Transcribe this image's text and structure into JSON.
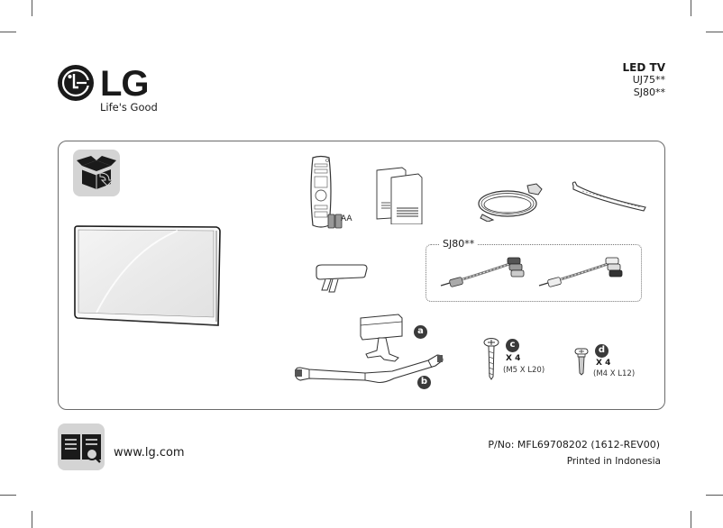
{
  "brand": {
    "logo_text": "LG",
    "tagline": "Life's Good"
  },
  "product": {
    "title": "LED TV",
    "models": [
      "UJ75**",
      "SJ80**"
    ]
  },
  "accessories": {
    "battery_label": "AA",
    "sj80_group_label": "SJ80**",
    "items": [
      {
        "name": "tv-panel"
      },
      {
        "name": "magic-remote",
        "note": "AA"
      },
      {
        "name": "owners-manual"
      },
      {
        "name": "power-cord"
      },
      {
        "name": "cable-tie"
      },
      {
        "name": "cable-holder"
      },
      {
        "name": "av-gender-cable-1"
      },
      {
        "name": "av-gender-cable-2"
      },
      {
        "name": "stand-body",
        "badge": "a"
      },
      {
        "name": "stand-base",
        "badge": "b"
      },
      {
        "name": "stand-screw",
        "badge": "c",
        "qty": "X 4",
        "spec": "(M5 X L20)"
      },
      {
        "name": "wall-screw",
        "badge": "d",
        "qty": "X 4",
        "spec": "(M4 X L12)"
      }
    ]
  },
  "footer": {
    "url": "www.lg.com",
    "part_number": "P/No: MFL69708202 (1612-REV00)",
    "printed": "Printed in Indonesia"
  },
  "colors": {
    "ink": "#1a1a1a",
    "tile_gray": "#d4d4d4",
    "badge_dark": "#3a3a3a",
    "frame_line": "#6b6b6b"
  }
}
